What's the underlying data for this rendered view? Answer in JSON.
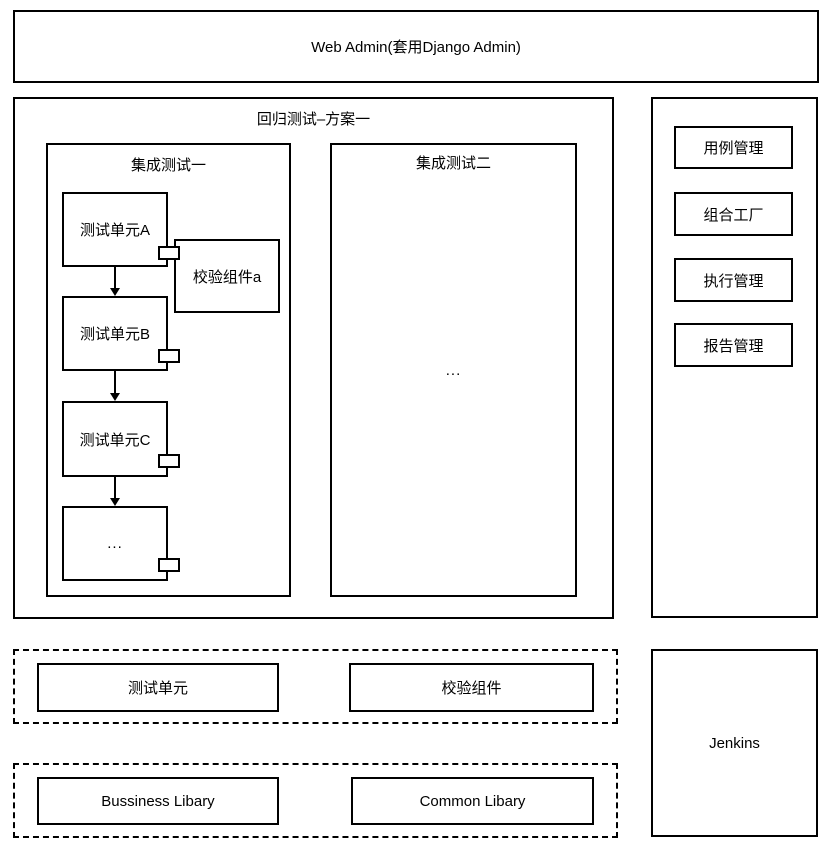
{
  "web_admin": {
    "label": "Web Admin(套用Django Admin)"
  },
  "regression": {
    "title": "回归测试–方案一",
    "integration_one": {
      "title": "集成测试一",
      "units": [
        "测试单元A",
        "测试单元B",
        "测试单元C",
        "..."
      ],
      "check_component": "校验组件a"
    },
    "integration_two": {
      "title": "集成测试二",
      "placeholder": "..."
    }
  },
  "management_menu": {
    "items": [
      "用例管理",
      "组合工厂",
      "执行管理",
      "报告管理"
    ]
  },
  "components_layer": {
    "test_unit": "测试单元",
    "check_component": "校验组件"
  },
  "library_layer": {
    "business": "Bussiness Libary",
    "common": "Common Libary"
  },
  "jenkins": {
    "label": "Jenkins"
  }
}
